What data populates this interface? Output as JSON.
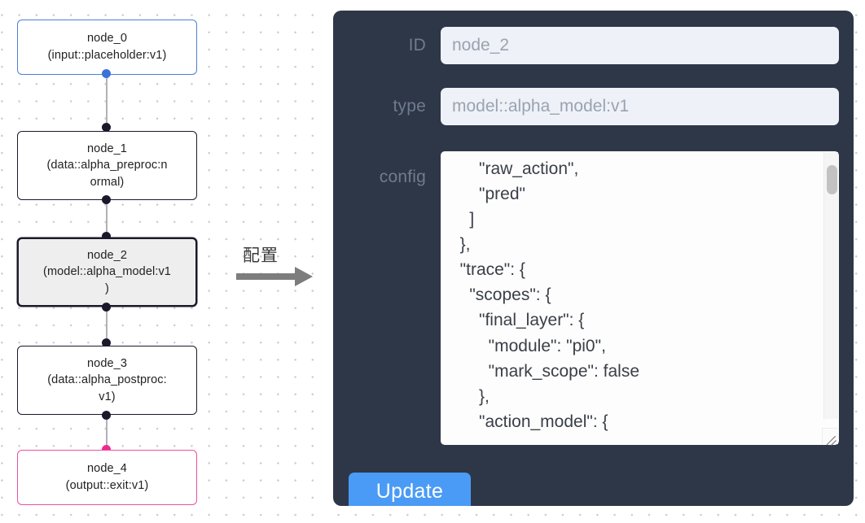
{
  "graph": {
    "nodes": [
      {
        "id": "node_0",
        "label": "node_0\n(input::placeholder:v1)",
        "kind": "input",
        "selected": false
      },
      {
        "id": "node_1",
        "label": "node_1\n(data::alpha_preproc:n\normal)",
        "kind": "default",
        "selected": false
      },
      {
        "id": "node_2",
        "label": "node_2\n(model::alpha_model:v1\n)",
        "kind": "default",
        "selected": true
      },
      {
        "id": "node_3",
        "label": "node_3\n(data::alpha_postproc:\nv1)",
        "kind": "default",
        "selected": false
      },
      {
        "id": "node_4",
        "label": "node_4\n(output::exit:v1)",
        "kind": "output",
        "selected": false
      }
    ],
    "colors": {
      "input_border": "#4d7fd4",
      "output_border": "#ec4fa0",
      "default_border": "#1a192b",
      "selected_fill": "#eeeeee",
      "edge": "#b1b1b7",
      "handle": "#1a192b",
      "handle_input": "#3b72d9",
      "handle_output": "#ec2a92"
    }
  },
  "transition": {
    "label": "配置",
    "arrow_icon": "right-arrow-icon",
    "color": "#7d7d7d"
  },
  "panel": {
    "background": "#2d3748",
    "fields": [
      {
        "name": "id",
        "label": "ID",
        "value": "node_2"
      },
      {
        "name": "type",
        "label": "type",
        "value": "model::alpha_model:v1"
      },
      {
        "name": "config",
        "label": "config"
      }
    ],
    "config_text": "      \"raw_action\",\n      \"pred\"\n    ]\n  },\n  \"trace\": {\n    \"scopes\": {\n      \"final_layer\": {\n        \"module\": \"pi0\",\n        \"mark_scope\": false\n      },\n      \"action_model\": {",
    "update_label": "Update",
    "update_color": "#4a9bf5"
  }
}
